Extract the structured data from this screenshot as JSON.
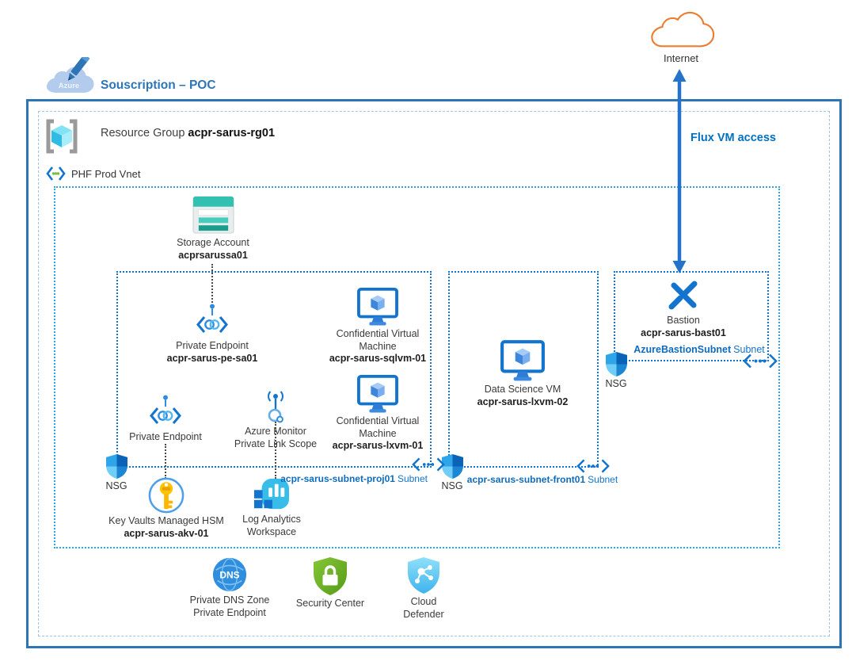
{
  "titles": {
    "subscription": "Souscription – POC",
    "azure_logo": "Azure",
    "internet": "Internet",
    "flux": "Flux VM access",
    "resource_group_prefix": "Resource Group",
    "resource_group_name": "acpr-sarus-rg01",
    "vnet": "PHF Prod Vnet"
  },
  "labels": {
    "nsg": "NSG"
  },
  "nodes": {
    "storage": {
      "type": "Storage Account",
      "name": "acprsarussa01"
    },
    "private_endpoint_sa": {
      "type": "Private Endpoint",
      "name": "acpr-sarus-pe-sa01"
    },
    "cvm_sql": {
      "type1": "Confidential Virtual",
      "type2": "Machine",
      "name": "acpr-sarus-sqlvm-01"
    },
    "cvm_lx": {
      "type1": "Confidential Virtual",
      "type2": "Machine",
      "name": "acpr-sarus-lxvm-01"
    },
    "dsvm": {
      "type": "Data Science VM",
      "name": "acpr-sarus-lxvm-02"
    },
    "bastion": {
      "type": "Bastion",
      "name": "acpr-sarus-bast01"
    },
    "private_endpoint2": {
      "type": "Private Endpoint"
    },
    "ampls": {
      "line1": "Azure Monitor",
      "line2": "Private Link Scope"
    },
    "key_vault": {
      "type": "Key Vaults Managed HSM",
      "name": "acpr-sarus-akv-01"
    },
    "log_analytics": {
      "line1": "Log Analytics",
      "line2": "Workspace"
    },
    "dns": {
      "line1": "Private DNS Zone",
      "line2": "Private Endpoint"
    },
    "security_center": {
      "label": "Security Center"
    },
    "cloud_defender": {
      "line1": "Cloud",
      "line2": "Defender"
    }
  },
  "subnets": {
    "proj01": {
      "name": "acpr-sarus-subnet-proj01",
      "suffix": "Subnet"
    },
    "front01": {
      "name": "acpr-sarus-subnet-front01",
      "suffix": "Subnet"
    },
    "bastion": {
      "name": "AzureBastionSubnet",
      "suffix": "Subnet"
    }
  },
  "colors": {
    "subscription_border": "#2E75B6",
    "resource_group_dash": "#9DC3E6",
    "vnet_dotted": "#2AA5DE",
    "subnet_dotted": "#1374CE",
    "label_blue": "#0F6CBD",
    "flux_blue": "#0070C0",
    "internet_orange": "#ED7D31",
    "storage_teal": "#32C1B0",
    "key_yellow": "#FFC400",
    "security_green": "#6FAE28",
    "defender_cyan": "#58CBF5"
  }
}
